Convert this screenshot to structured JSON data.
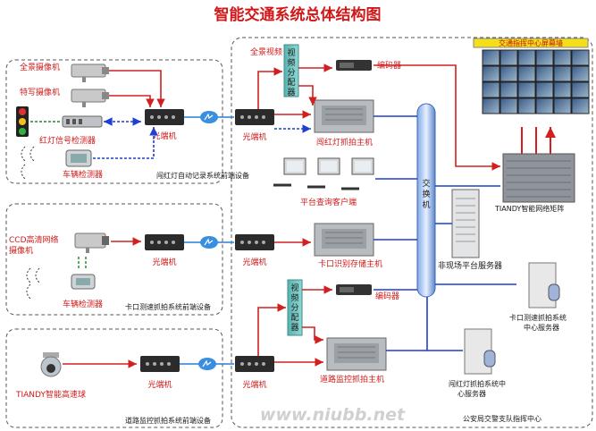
{
  "title": "智能交通系统总体结构图",
  "watermark": "www.niubb.net",
  "colors": {
    "red_link": "#d22020",
    "blue_link": "#1f3fd0",
    "green_link": "#1a8a2a",
    "title": "#d01818",
    "label": "#d01818"
  },
  "section1": {
    "panorama_camera": "全景摄像机",
    "closeup_camera": "特写摄像机",
    "signal_detector": "红灯信号检测器",
    "vehicle_detector": "车辆检测器",
    "optical_terminal": "光端机",
    "caption": "闯红灯自动记录系统前端设备"
  },
  "section2": {
    "ccd_camera": "CCD高清网络\n摄像机",
    "vehicle_detector": "车辆检测器",
    "optical_terminal": "光端机",
    "caption": "卡口测速抓拍系统前端设备"
  },
  "section3": {
    "dome_camera": "TIANDY智能高速球",
    "optical_terminal": "光端机",
    "caption": "道路监控抓拍系统前端设备"
  },
  "center": {
    "panorama_video": "全景视频",
    "video_distributor_1": "视频分配器",
    "encoder_1": "编码器",
    "optical_terminal_1": "光端机",
    "red_light_host": "闯红灯抓拍主机",
    "query_clients": "平台查询客户端",
    "optical_terminal_2": "光端机",
    "bayonet_storage": "卡口识别存储主机",
    "switch": "交换机",
    "video_distributor_2": "视频分配器",
    "encoder_2": "编码器",
    "optical_terminal_3": "光端机",
    "road_capture_host": "道路监控抓拍主机",
    "video_wall_title": "交通指挥中心屏幕墙",
    "matrix": "TIANDY智能网络矩阵",
    "platform_server": "非现场平台服务器",
    "bayonet_server": "卡口测速抓拍系统\n中心服务器",
    "redlight_server": "闯红灯抓拍系统中\n心服务器",
    "center_caption": "公安局交警支队指挥中心"
  }
}
